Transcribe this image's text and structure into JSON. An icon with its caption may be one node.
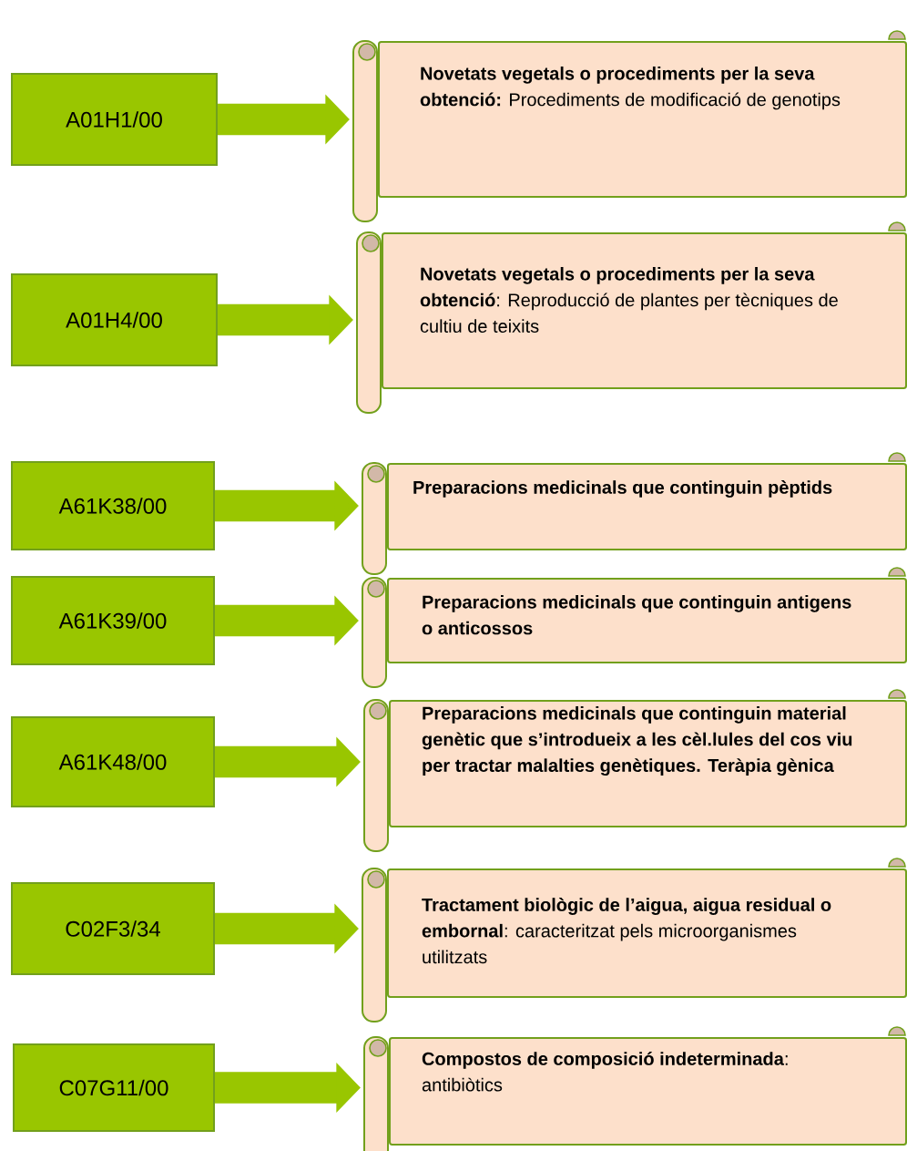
{
  "diagram": {
    "nodes": [
      {
        "text": [
          "A01H1/00"
        ]
      },
      {
        "text": [
          "**Novetats vegetals o procediments per la seva obtenció:** Procediments de modificació de genotips"
        ]
      },
      {
        "text": [
          "A01H4/00"
        ]
      },
      {
        "text": [
          "**Novetats vegetals o procediments per la seva obtenció**: Reproducció de plantes per tècniques de cultiu de teixits"
        ]
      },
      {
        "text": [
          "A61K38/00"
        ]
      },
      {
        "text": [
          "Preparacions medicinals que continguin pèptids"
        ]
      },
      {
        "text": [
          "A61K39/00"
        ]
      },
      {
        "text": [
          "Preparacions medicinals que continguin antigens o anticossos"
        ]
      },
      {
        "text": [
          "A61K48/00"
        ]
      },
      {
        "text": [
          "Preparacions medicinals que continguin material genètic que s’introdueix a les cèl.lules del cos viu per tractar malalties genètiques. Teràpia gènica"
        ]
      },
      {
        "text": [
          "C02F3/34"
        ]
      },
      {
        "text": [
          "**Tractament biològic de l’aigua, aigua residual o embornal**: caracteritzat pels microorganismes utilitzats"
        ]
      },
      {
        "text": [
          "C07G11/00"
        ]
      },
      {
        "text": [
          "**Compostos de composició indeterminada**: antibiòtics"
        ]
      }
    ],
    "edges": [
      {
        "from": 0,
        "to": 1,
        "arrow": "to"
      },
      {
        "from": 2,
        "to": 3,
        "arrow": "to"
      },
      {
        "from": 4,
        "to": 5,
        "arrow": "to"
      },
      {
        "from": 6,
        "to": 7,
        "arrow": "to"
      },
      {
        "from": 8,
        "to": 9,
        "arrow": "to"
      },
      {
        "from": 10,
        "to": 11,
        "arrow": "to"
      },
      {
        "from": 12,
        "to": 13,
        "arrow": "to"
      }
    ]
  }
}
